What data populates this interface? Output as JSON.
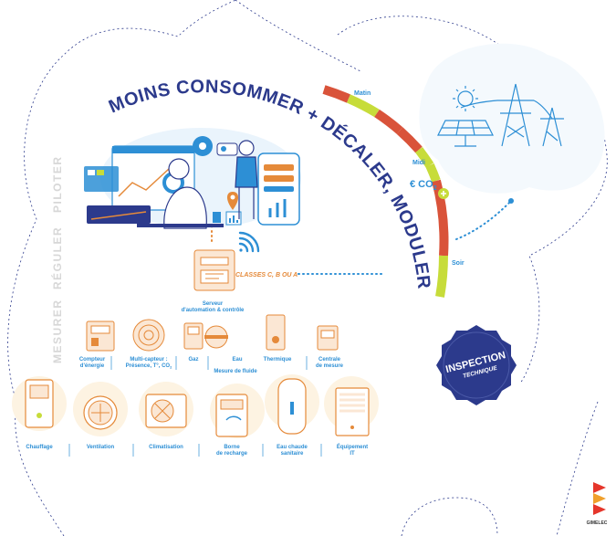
{
  "headline": "MOINS CONSOMMER + DÉCALER, MODULER",
  "time_labels": {
    "morning": "Matin",
    "noon": "Midi",
    "evening": "Soir"
  },
  "price_label": "€ CO",
  "price_subscript": "2",
  "layers": {
    "pilot": "PILOTER",
    "regulate": "RÉGULER",
    "measure": "MESURER"
  },
  "classes_label": "CLASSES C, B OU A",
  "server": {
    "line1": "Serveur",
    "line2": "d'automation & contrôle"
  },
  "sensors": [
    {
      "line1": "Compteur",
      "line2": "d'énergie"
    },
    {
      "line1": "Multi-capteur :",
      "line2": "Présence, T°, CO"
    },
    {
      "line1": "Gaz",
      "line2": ""
    },
    {
      "line1": "Eau",
      "line2": ""
    },
    {
      "line1": "Thermique",
      "line2": ""
    },
    {
      "line1": "Centrale",
      "line2": "de mesure"
    }
  ],
  "sensor_subscript": "2",
  "fluid_caption": "Mesure de fluide",
  "equipment": [
    {
      "line1": "Chauffage",
      "line2": ""
    },
    {
      "line1": "Ventilation",
      "line2": ""
    },
    {
      "line1": "Climatisation",
      "line2": ""
    },
    {
      "line1": "Borne",
      "line2": "de recharge"
    },
    {
      "line1": "Eau chaude",
      "line2": "sanitaire"
    },
    {
      "line1": "Équipement",
      "line2": "IT"
    }
  ],
  "inspection": {
    "line1": "INSPECTION",
    "line2": "TECHNIQUE"
  },
  "brand": "GIMELEC",
  "colors": {
    "accent_blue": "#2d8fd5",
    "deep_blue": "#2c3a8c",
    "orange": "#e58a3a",
    "lime": "#c7dc3a",
    "arc_red": "#d9533a",
    "gray_text": "#d7d7d7"
  }
}
